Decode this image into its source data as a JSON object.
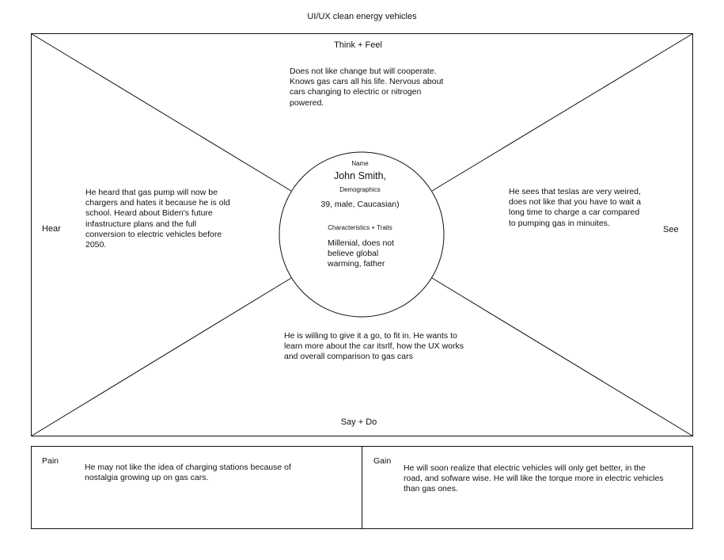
{
  "title": "UI/UX clean energy vehicles",
  "map": {
    "think_feel": {
      "label": "Think + Feel",
      "text": "Does not like change but will cooperate. Knows gas cars all his life. Nervous about cars changing to electric or nitrogen powered."
    },
    "hear": {
      "label": "Hear",
      "text": "He heard that gas pump will now be chargers and hates it because he is old school. Heard about Biden's future infastructure plans and the full conversion to electric vehicles before 2050."
    },
    "see": {
      "label": "See",
      "text": "He sees that teslas are very weired, does not like that you have to wait a long time to charge a car compared to pumping gas in minuites."
    },
    "say_do": {
      "label": "Say + Do",
      "text": "He is willing to give it a go, to fit in. He wants to learn more about the car itsrlf, how the UX works and overall comparison to gas cars"
    },
    "persona": {
      "name_label": "Name",
      "name": "John Smith,",
      "demographics_label": "Demographics",
      "demographics": "39, male, Caucasian)",
      "traits_label": "Characteristics + Traits",
      "traits": "Millenial, does not believe global warming, father"
    }
  },
  "pain": {
    "label": "Pain",
    "text": "He may not like the idea of charging stations because of nostalgia growing up on gas cars."
  },
  "gain": {
    "label": "Gain",
    "text": "He will soon realize that electric vehicles will only get better, in the road, and sofware wise. He will like the torque more in electric vehicles than gas ones."
  }
}
